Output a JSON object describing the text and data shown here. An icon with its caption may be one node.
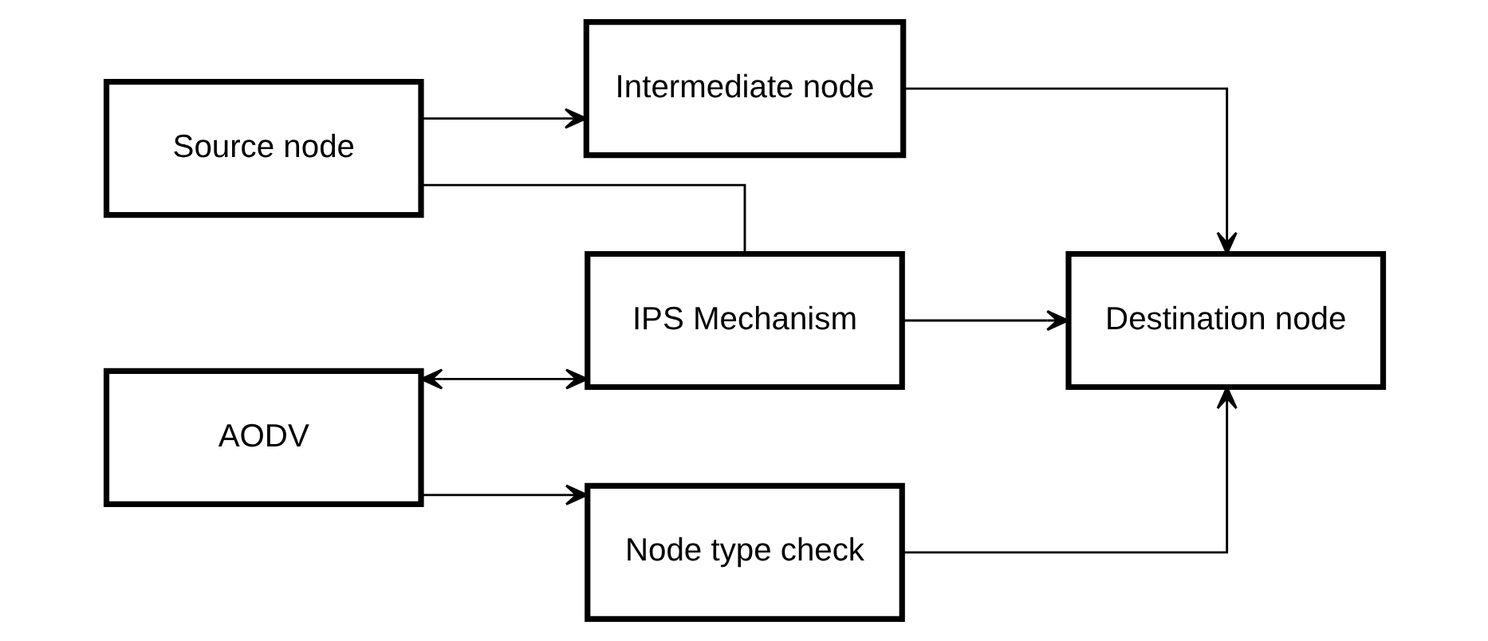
{
  "diagram": {
    "nodes": [
      {
        "text": [
          "Source node"
        ]
      },
      {
        "text": [
          "Intermediate node"
        ]
      },
      {
        "text": [
          "Destination node"
        ]
      },
      {
        "text": [
          "IPS Mechanism"
        ]
      },
      {
        "text": [
          "AODV"
        ]
      },
      {
        "text": [
          "Node type check"
        ]
      }
    ],
    "edges": [
      {
        "from": 0,
        "to": 1,
        "arrow": "to"
      },
      {
        "from": 0,
        "to": 3,
        "arrow": "none"
      },
      {
        "from": 1,
        "to": 2,
        "arrow": "to"
      },
      {
        "from": 3,
        "to": 2,
        "arrow": "to"
      },
      {
        "from": 4,
        "to": 3,
        "arrow": "both"
      },
      {
        "from": 4,
        "to": 5,
        "arrow": "to"
      },
      {
        "from": 5,
        "to": 2,
        "arrow": "to"
      }
    ]
  }
}
